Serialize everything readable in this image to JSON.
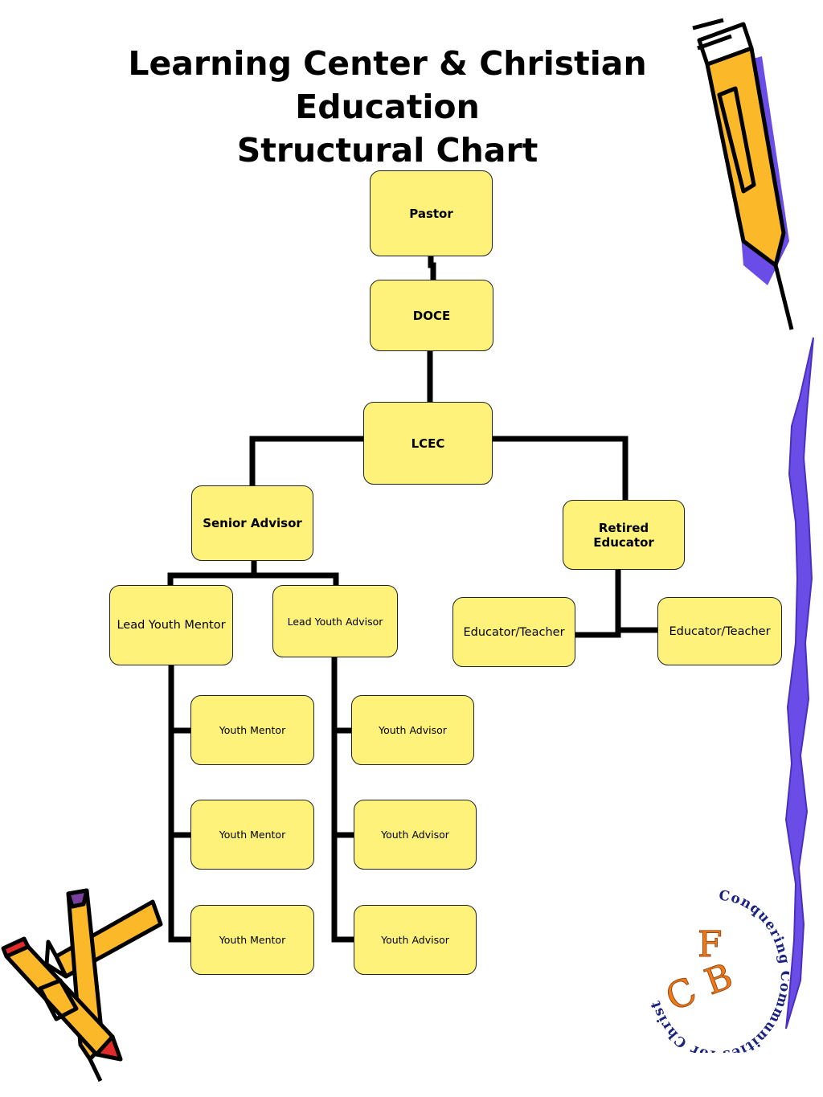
{
  "title": {
    "line1": "Learning Center & Christian",
    "line2": "Education",
    "line3": "Structural Chart"
  },
  "nodes": {
    "pastor": "Pastor",
    "doce": "DOCE",
    "lcec": "LCEC",
    "senior_advisor": "Senior  Advisor",
    "retired_educator": "Retired Educator",
    "lead_youth_mentor": "Lead Youth Mentor",
    "lead_youth_advisor": "Lead Youth Advisor",
    "educator_teacher_1": "Educator/Teacher",
    "educator_teacher_2": "Educator/Teacher",
    "youth_mentors": [
      "Youth Mentor",
      "Youth Mentor",
      "Youth Mentor"
    ],
    "youth_advisors": [
      "Youth Advisor",
      "Youth Advisor",
      "Youth Advisor"
    ]
  },
  "logo": {
    "ring_text": "Conquering Communities for Christ",
    "letters": [
      "F",
      "B",
      "C"
    ],
    "ring_color": "#1a237e",
    "letter_color": "#f07a1a"
  },
  "colors": {
    "node_fill": "#fff27a",
    "pencil_body": "#fbb829",
    "pencil_shadow": "#6a4ce6",
    "squiggle": "#6a4ce6"
  }
}
